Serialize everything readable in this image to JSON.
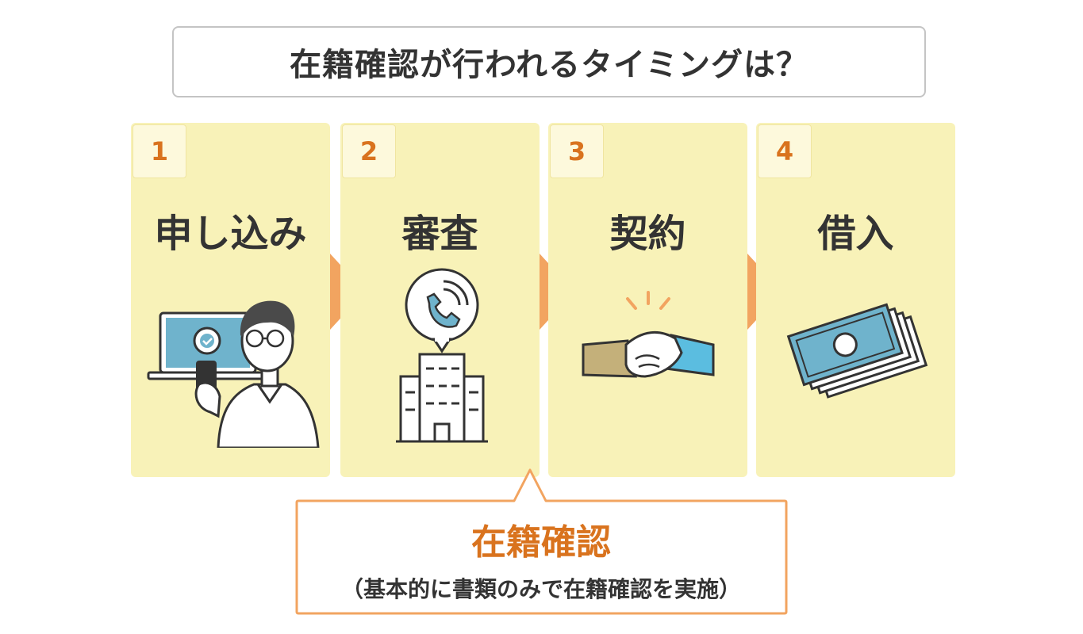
{
  "title": "在籍確認が行われるタイミングは？",
  "steps": [
    {
      "number": "1",
      "label": "申し込み",
      "icon": "person-phone-laptop-icon"
    },
    {
      "number": "2",
      "label": "審査",
      "icon": "phone-building-icon"
    },
    {
      "number": "3",
      "label": "契約",
      "icon": "handshake-icon"
    },
    {
      "number": "4",
      "label": "借入",
      "icon": "money-bills-icon"
    }
  ],
  "callout": {
    "title": "在籍確認",
    "subtitle": "（基本的に書類のみで在籍確認を実施）"
  },
  "colors": {
    "card": "#f8f2b8",
    "accent": "#d9731e",
    "arrow": "#f2a460",
    "illustration_blue": "#6fb3cc",
    "text": "#333333"
  }
}
